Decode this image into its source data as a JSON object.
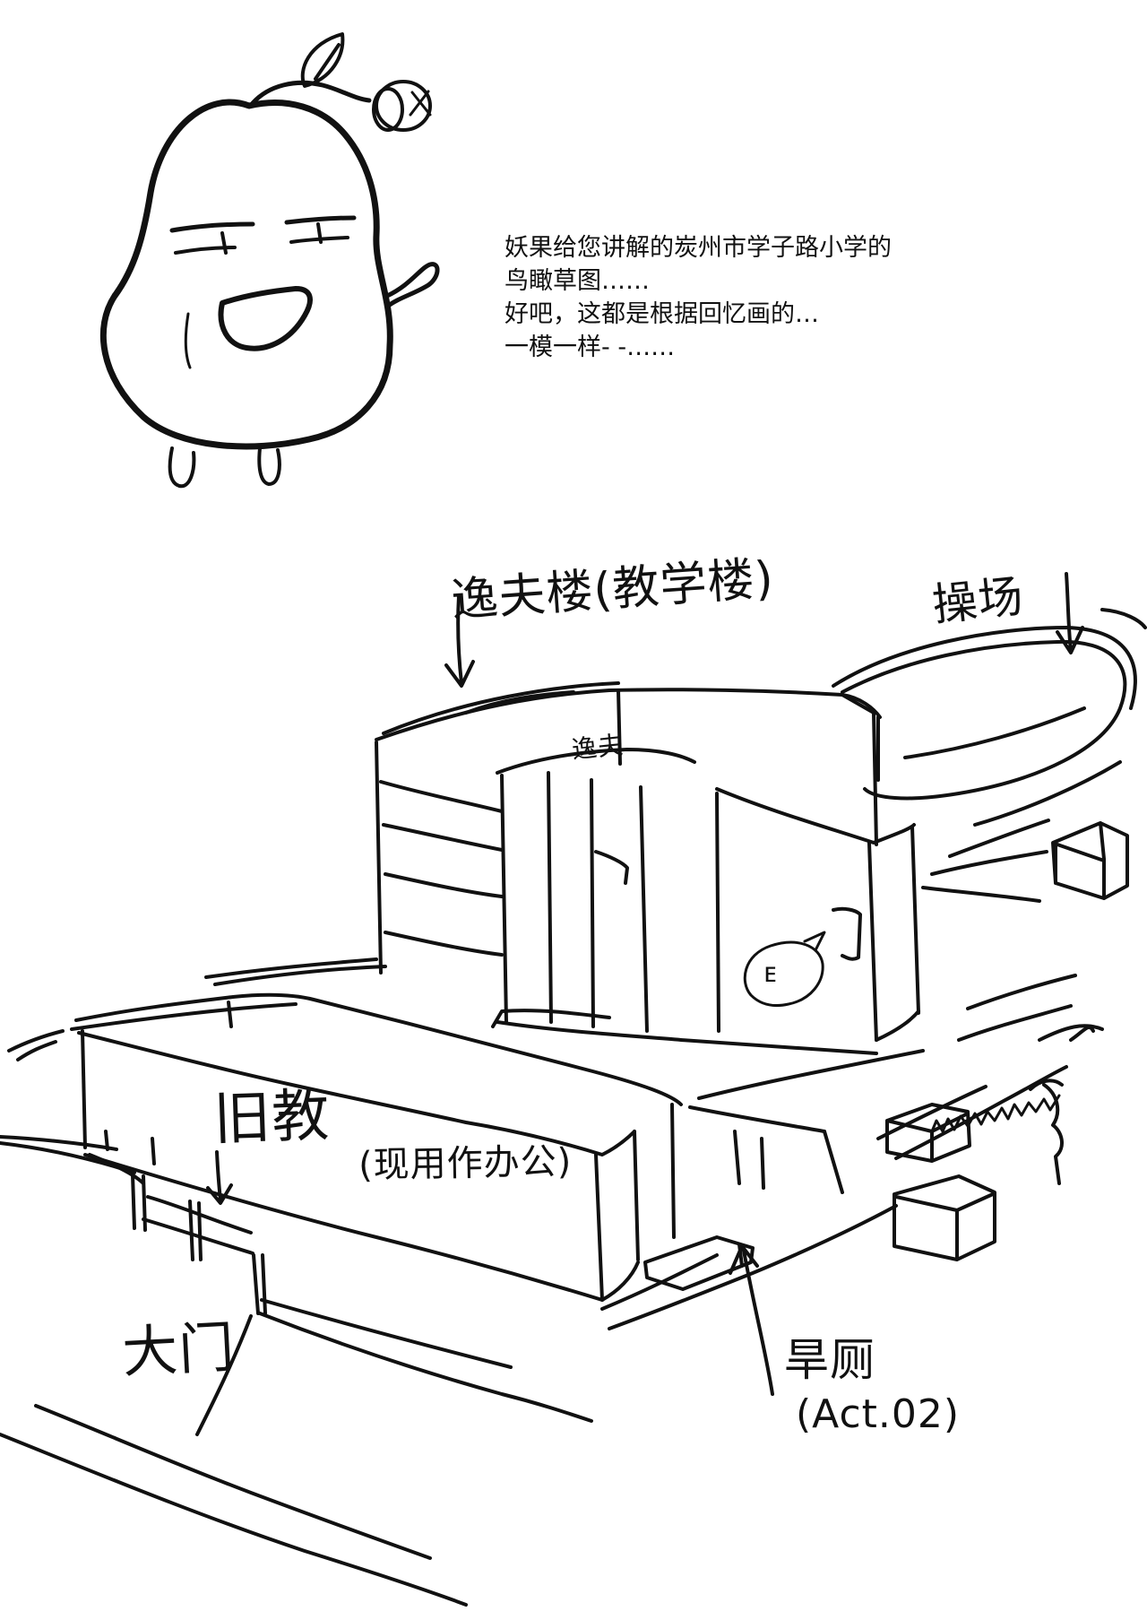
{
  "caption": {
    "line1": "妖果给您讲解的炭州市学子路小学的",
    "line2": "鸟瞰草图……",
    "line3": "好吧，这都是根据回忆画的…",
    "line4": "一模一样- -……"
  },
  "labels": {
    "yifu_building": "逸夫楼(教学楼)",
    "playground": "操场",
    "small_sign": "逸夫",
    "old_building": "旧教",
    "old_building_note": "(现用作办公)",
    "main_gate": "大门",
    "hanlan": "旱厕",
    "hanlan_note": "(Act.02)",
    "mascot_logo": "ᴇ"
  },
  "colors": {
    "ink": "#111111",
    "paper": "#ffffff"
  }
}
